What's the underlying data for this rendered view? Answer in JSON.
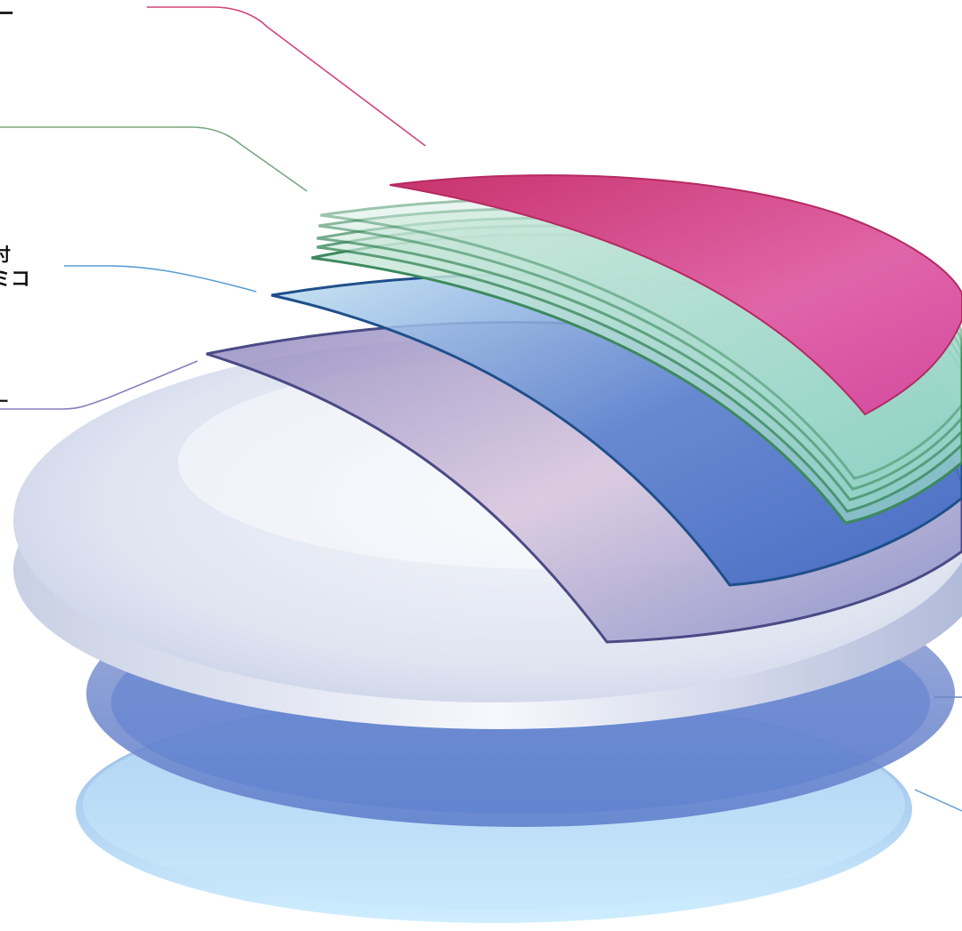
{
  "colors": {
    "coating_top": "#d33f7a",
    "coating_green": "#7cc7a1",
    "coating_blue": "#6fb1d8",
    "coating_purple": "#7f7bb5",
    "lens_body": "#e9eef8",
    "lower_layer": "#6f8fd6",
    "bottom_layer": "#bfe3f8"
  },
  "edge_glyphs": {
    "top": "ー",
    "mid_1": "付",
    "mid_2": "ミコ",
    "low": "ー"
  }
}
